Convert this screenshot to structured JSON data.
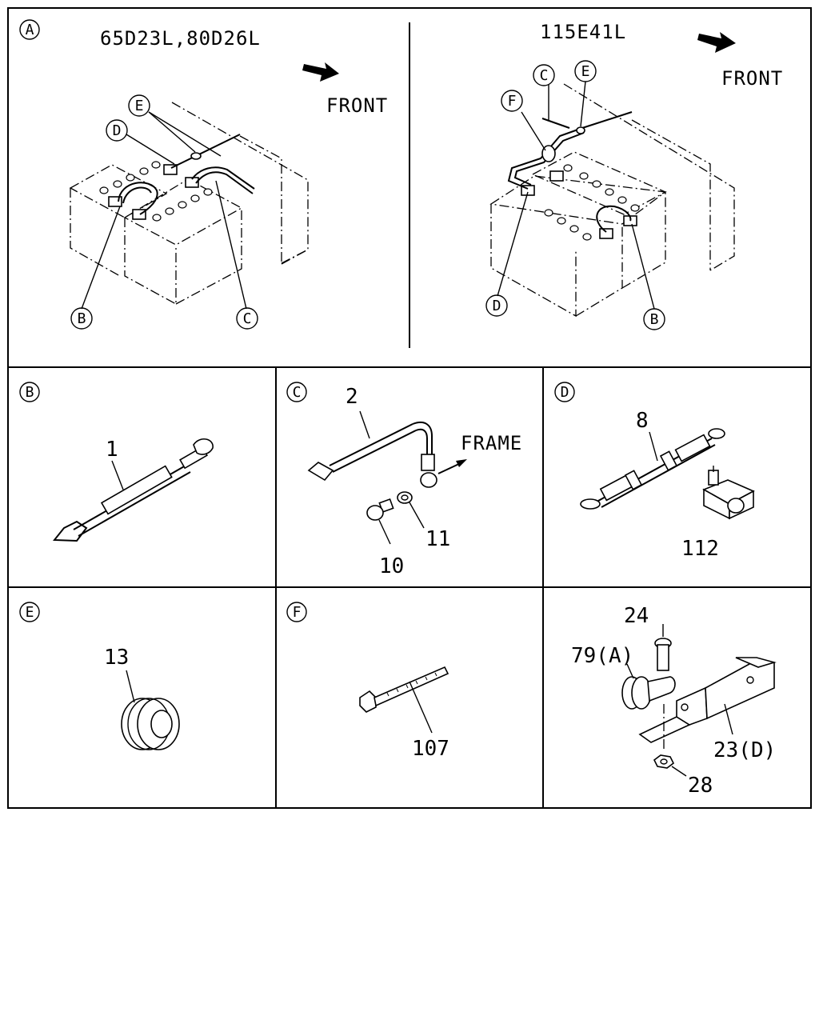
{
  "panels": {
    "A": {
      "marker": "A",
      "left_title": "65D23L,80D26L",
      "right_title": "115E41L",
      "front_left": "FRONT",
      "front_right": "FRONT",
      "left_callouts": [
        "E",
        "D",
        "B",
        "C"
      ],
      "right_callouts": [
        "C",
        "E",
        "F",
        "D",
        "B"
      ]
    },
    "B": {
      "marker": "B",
      "parts": [
        "1"
      ]
    },
    "C": {
      "marker": "C",
      "parts": [
        "2",
        "11",
        "10"
      ],
      "frame_label": "FRAME"
    },
    "D": {
      "marker": "D",
      "parts": [
        "8",
        "112"
      ]
    },
    "E": {
      "marker": "E",
      "parts": [
        "13"
      ]
    },
    "F": {
      "marker": "F",
      "parts": [
        "107"
      ]
    },
    "G": {
      "parts": [
        "24",
        "79(A)",
        "23(D)",
        "28"
      ]
    }
  }
}
